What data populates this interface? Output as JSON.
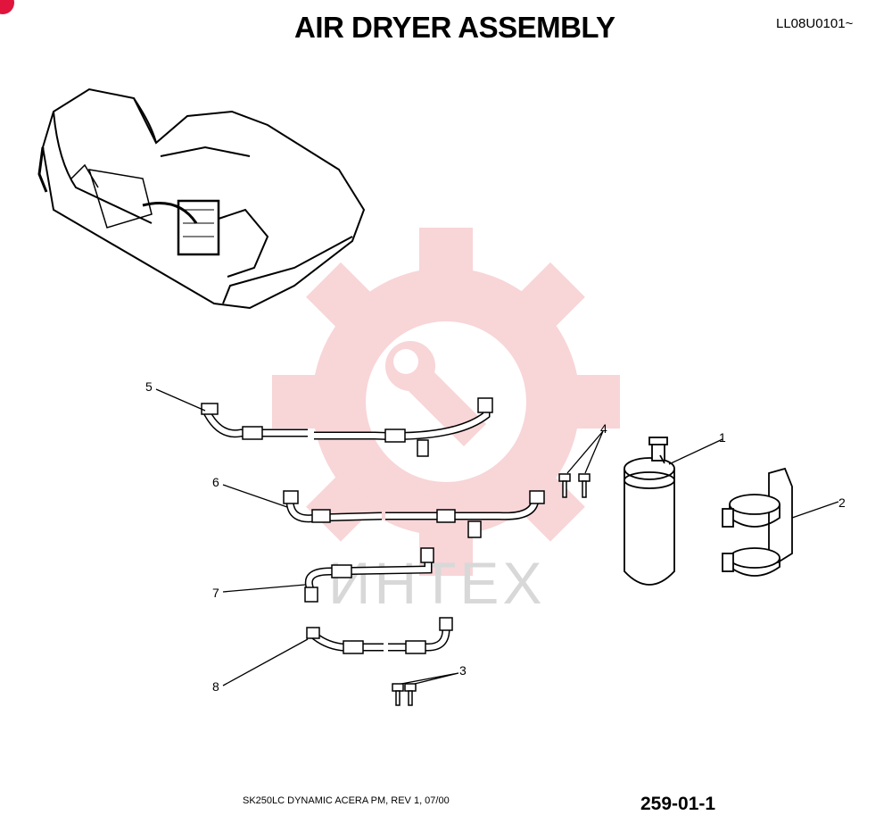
{
  "header": {
    "title": "AIR DRYER ASSEMBLY",
    "serial_code": "LL08U0101~"
  },
  "footer": {
    "manual": "SK250LC DYNAMIC ACERA PM, REV 1, 07/00",
    "page_number": "259-01-1"
  },
  "watermark": {
    "text": "ИНТЕХ",
    "color": "#f3b3b8"
  },
  "callouts": [
    "1",
    "2",
    "3",
    "4",
    "5",
    "6",
    "7",
    "8"
  ],
  "parts": [
    {
      "ref": "1",
      "name": "air-dryer-receiver"
    },
    {
      "ref": "2",
      "name": "mounting-bracket"
    },
    {
      "ref": "3",
      "name": "bolts"
    },
    {
      "ref": "4",
      "name": "bolts"
    },
    {
      "ref": "5",
      "name": "hose-assembly"
    },
    {
      "ref": "6",
      "name": "hose-assembly"
    },
    {
      "ref": "7",
      "name": "hose-assembly"
    },
    {
      "ref": "8",
      "name": "hose-assembly"
    }
  ]
}
